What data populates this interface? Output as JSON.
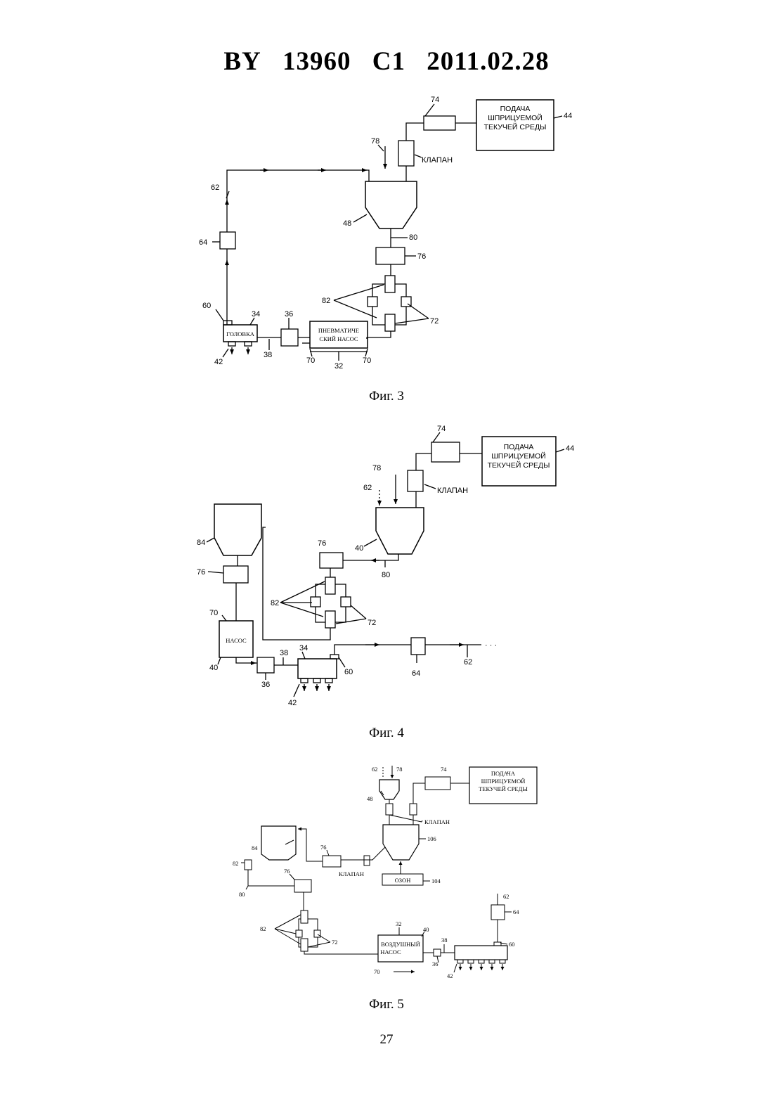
{
  "header": {
    "country": "BY",
    "number": "13960",
    "kind": "C1",
    "date": "2011.02.28"
  },
  "fig3": {
    "caption": "Фиг. 3",
    "supply_line1": "ПОДАЧА",
    "supply_line2": "ШПРИЦУЕМОЙ",
    "supply_line3": "ТЕКУЧЕЙ СРЕДЫ",
    "valve": "КЛАПАН",
    "head": "ГОЛОВКА",
    "pump_line1": "ПНЕВМАТИЧЕ",
    "pump_line2": "СКИЙ НАСОС",
    "refs": {
      "r74": "74",
      "r44": "44",
      "r78": "78",
      "r62": "62",
      "r48": "48",
      "r80": "80",
      "r64": "64",
      "r76": "76",
      "r82": "82",
      "r72": "72",
      "r60": "60",
      "r34": "34",
      "r36": "36",
      "r42": "42",
      "r38": "38",
      "r70a": "70",
      "r32": "32",
      "r70b": "70"
    }
  },
  "fig4": {
    "caption": "Фиг. 4",
    "supply_line1": "ПОДАЧА",
    "supply_line2": "ШПРИЦУЕМОЙ",
    "supply_line3": "ТЕКУЧЕЙ СРЕДЫ",
    "valve": "КЛАПАН",
    "pump": "НАСОС",
    "ellipsis": "· · ·",
    "refs": {
      "r74": "74",
      "r44": "44",
      "r78": "78",
      "r62a": "62",
      "r40a": "40",
      "r76a": "76",
      "r80": "80",
      "r84": "84",
      "r76b": "76",
      "r82": "82",
      "r72": "72",
      "r70": "70",
      "r40b": "40",
      "r34": "34",
      "r38": "38",
      "r36": "36",
      "r60": "60",
      "r64": "64",
      "r62b": "62",
      "r42": "42"
    }
  },
  "fig5": {
    "caption": "Фиг. 5",
    "supply_line1": "ПОДАЧА",
    "supply_line2": "ШПРИЦУЕМОЙ",
    "supply_line3": "ТЕКУЧЕЙ СРЕДЫ",
    "valve1": "КЛАПАН",
    "valve2": "КЛАПАН",
    "ozone": "ОЗОН",
    "pump_line1": "ВОЗДУШНЫЙ",
    "pump_line2": "НАСОС",
    "refs": {
      "r62a": "62",
      "r78": "78",
      "r74": "74",
      "r48": "48",
      "r106": "106",
      "r84": "84",
      "r76a": "76",
      "r82a": "82",
      "r104": "104",
      "r80": "80",
      "r76b": "76",
      "r82b": "82",
      "r72": "72",
      "r32": "32",
      "r40": "40",
      "r38": "38",
      "r36": "36",
      "r70": "70",
      "r60": "60",
      "r42": "42",
      "r62b": "62",
      "r64": "64"
    }
  },
  "page_number": "27"
}
